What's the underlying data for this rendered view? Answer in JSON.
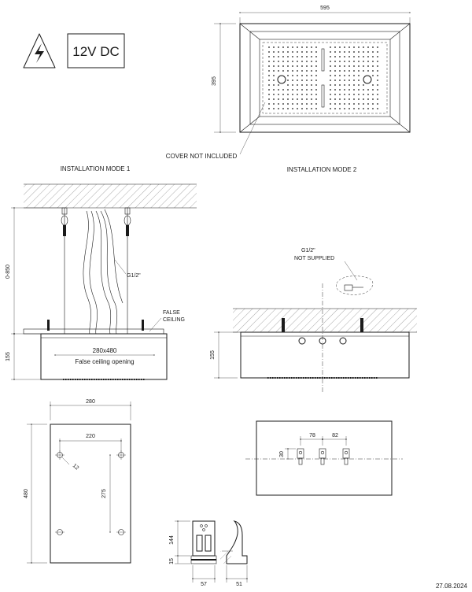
{
  "warning": {
    "voltage": "12V DC"
  },
  "top_view": {
    "width": "595",
    "height": "395",
    "cover_note": "COVER NOT INCLUDED"
  },
  "mode1": {
    "title": "INSTALLATION MODE 1",
    "height_range": "0-850",
    "pipe_label": "G1/2\"",
    "false_ceiling_label_line1": "FALSE",
    "false_ceiling_label_line2": "CEILING",
    "body_height": "155",
    "opening_size": "280x480",
    "opening_text": "False ceiling opening"
  },
  "mode2": {
    "title": "INSTALLATION MODE 2",
    "pipe_label": "G1/2\"",
    "not_supplied": "NOT SUPPLIED",
    "body_height": "155"
  },
  "plate_view": {
    "width": "280",
    "hole_span": "220",
    "height": "480",
    "hole_dia": "12",
    "hole_pitch": "275"
  },
  "connections_view": {
    "spacing_left": "78",
    "spacing_right": "82",
    "offset": "30"
  },
  "detail_view": {
    "height": "144",
    "base": "15",
    "width": "57",
    "depth": "51"
  },
  "date": "27.08.2024"
}
